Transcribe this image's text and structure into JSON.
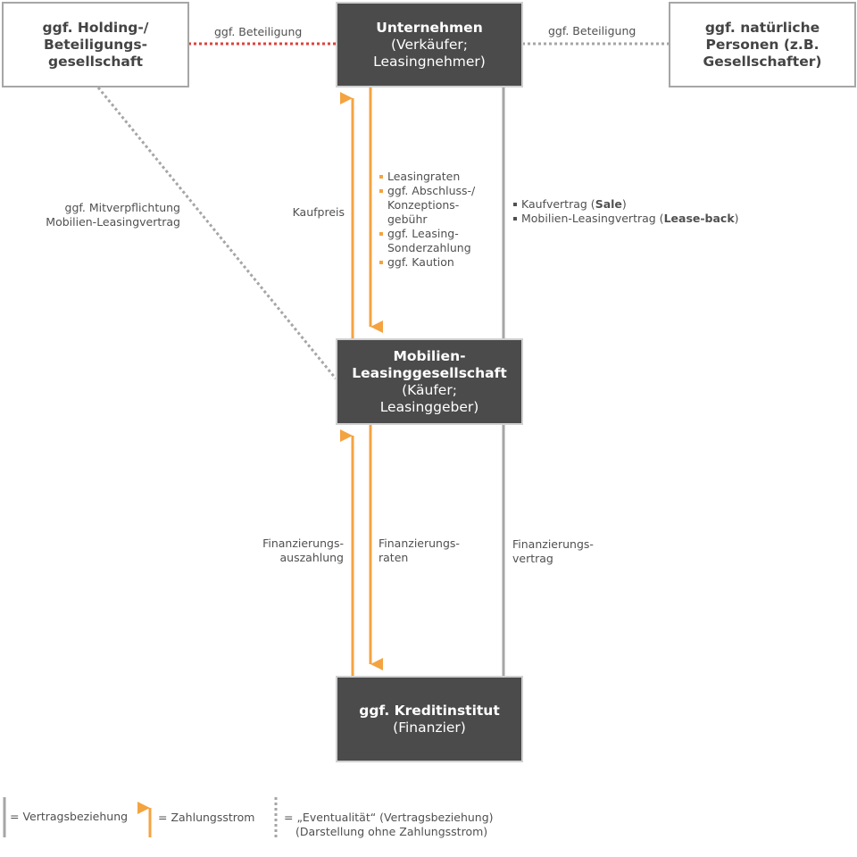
{
  "colors": {
    "contract_line": "#a6a6a6",
    "payment_arrow": "#f4a341",
    "red_dotted": "#e0413a",
    "box_dark": "#4b4b4b"
  },
  "boxes": {
    "holding": {
      "l1": "ggf. Holding-/",
      "l2": "Beteiligungs-",
      "l3": "gesellschaft"
    },
    "unternehmen": {
      "title": "Unternehmen",
      "l2": "(Verkäufer;",
      "l3": "Leasingnehmer)"
    },
    "personen": {
      "l1": "ggf. natürliche",
      "l2": "Personen (z.B.",
      "l3": "Gesellschafter)"
    },
    "leasing": {
      "l1": "Mobilien-",
      "l2": "Leasinggesellschaft",
      "l3": "(Käufer;",
      "l4": "Leasinggeber)"
    },
    "kredit": {
      "title": "ggf. Kreditinstitut",
      "l2": "(Finanzier)"
    }
  },
  "labels": {
    "beteiligung_left": "ggf. Beteiligung",
    "beteiligung_right": "ggf. Beteiligung",
    "mitverpflichtung_1": "ggf. Mitverpflichtung",
    "mitverpflichtung_2": "Mobilien-Leasingvertrag",
    "kaufpreis": "Kaufpreis",
    "payments": [
      "Leasingraten",
      "ggf. Abschluss-/",
      "Konzeptions-",
      "gebühr",
      "ggf. Leasing-",
      "Sonderzahlung",
      "ggf. Kaution"
    ],
    "contracts": {
      "c1_pre": "Kaufvertrag (",
      "c1_bold": "Sale",
      "c1_post": ")",
      "c2_pre": "Mobilien-Leasingvertrag (",
      "c2_bold": "Lease-back",
      "c2_post": ")"
    },
    "fin_auszahlung_1": "Finanzierungs-",
    "fin_auszahlung_2": "auszahlung",
    "fin_raten_1": "Finanzierungs-",
    "fin_raten_2": "raten",
    "fin_vertrag_1": "Finanzierungs-",
    "fin_vertrag_2": "vertrag"
  },
  "legend": {
    "vertrag": "= Vertragsbeziehung",
    "zahlung": "= Zahlungsstrom",
    "eventualitaet_1": "= „Eventualität“ (Vertragsbeziehung)",
    "eventualitaet_2": "(Darstellung ohne Zahlungsstrom)"
  }
}
